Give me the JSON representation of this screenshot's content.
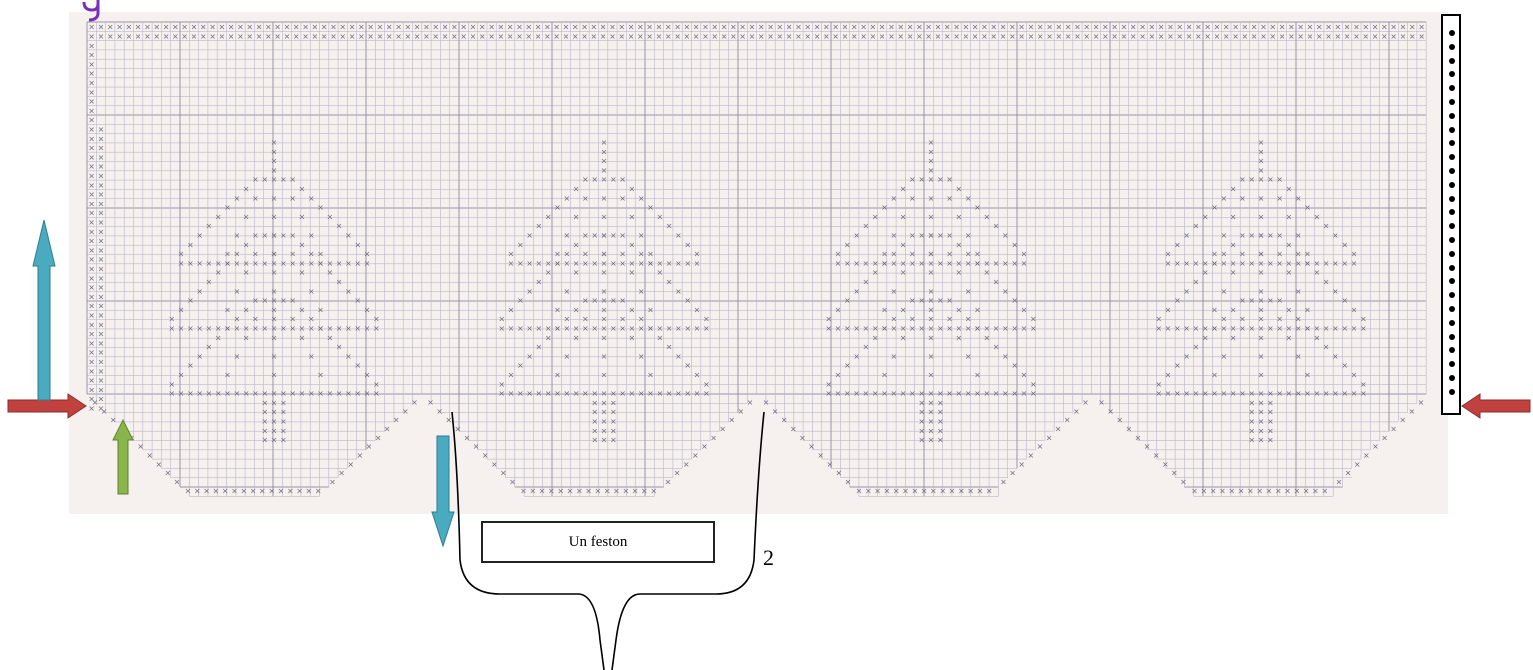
{
  "labels": {
    "scallop_label": "Un feston",
    "repeat_count": "2"
  },
  "pattern": {
    "motif": "christmas-tree",
    "scallop_count": 4,
    "tree_count": 4
  },
  "colors": {
    "grid_line": "#b9b6c8",
    "grid_major": "#8f8aa2",
    "stitch": "#6e6a7c",
    "paper": "#f6f0ee",
    "arrow_red": "#c1413f",
    "arrow_blue": "#4aaac0",
    "arrow_green": "#8ab54a",
    "title_partial": "#7b2fb5"
  },
  "icons": {
    "left_red_arrow": "arrow-right-icon",
    "right_red_arrow": "arrow-left-icon",
    "blue_up_arrow": "arrow-up-icon",
    "green_up_arrow": "arrow-up-icon",
    "blue_down_arrow": "arrow-down-icon"
  }
}
